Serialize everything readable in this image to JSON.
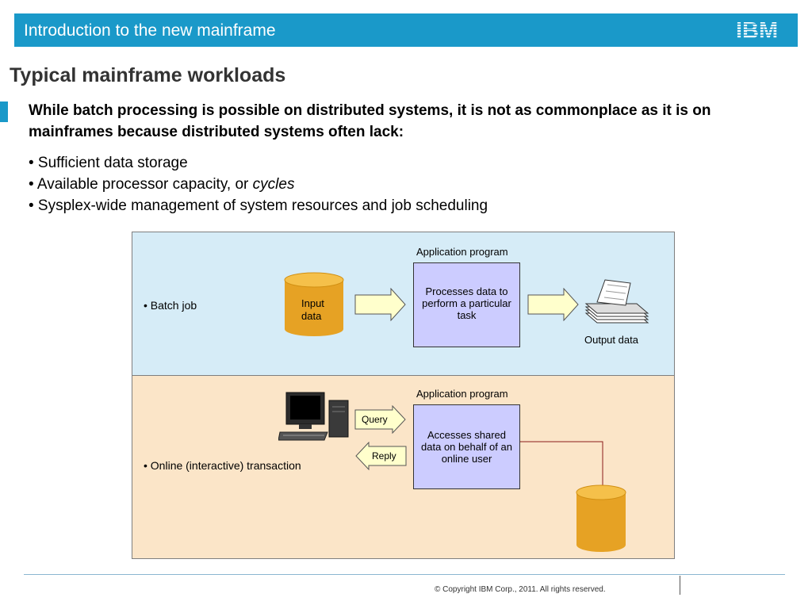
{
  "header": {
    "title": "Introduction to the new mainframe",
    "logo_text": "IBM",
    "color": "#1a99c9"
  },
  "page": {
    "title": "Typical mainframe workloads"
  },
  "intro": "While batch processing is possible on distributed systems, it is not as commonplace as it is on mainframes because distributed systems often lack:",
  "bullets": [
    {
      "text": "• Sufficient data storage"
    },
    {
      "prefix": "• Available processor capacity, or ",
      "emphasis": "cycles"
    },
    {
      "text": "• Sysplex-wide management of system resources and job scheduling"
    }
  ],
  "diagram": {
    "batch": {
      "label": "• Batch job",
      "input": "Input data",
      "app_label": "Application program",
      "process": "Processes data to perform a particular task",
      "output": "Output data"
    },
    "online": {
      "label": "• Online (interactive) transaction",
      "app_label": "Application program",
      "process": "Accesses shared data on behalf of an online user",
      "query": "Query",
      "reply": "Reply"
    }
  },
  "footer": {
    "copyright": "© Copyright IBM Corp., 2011. All rights reserved."
  }
}
